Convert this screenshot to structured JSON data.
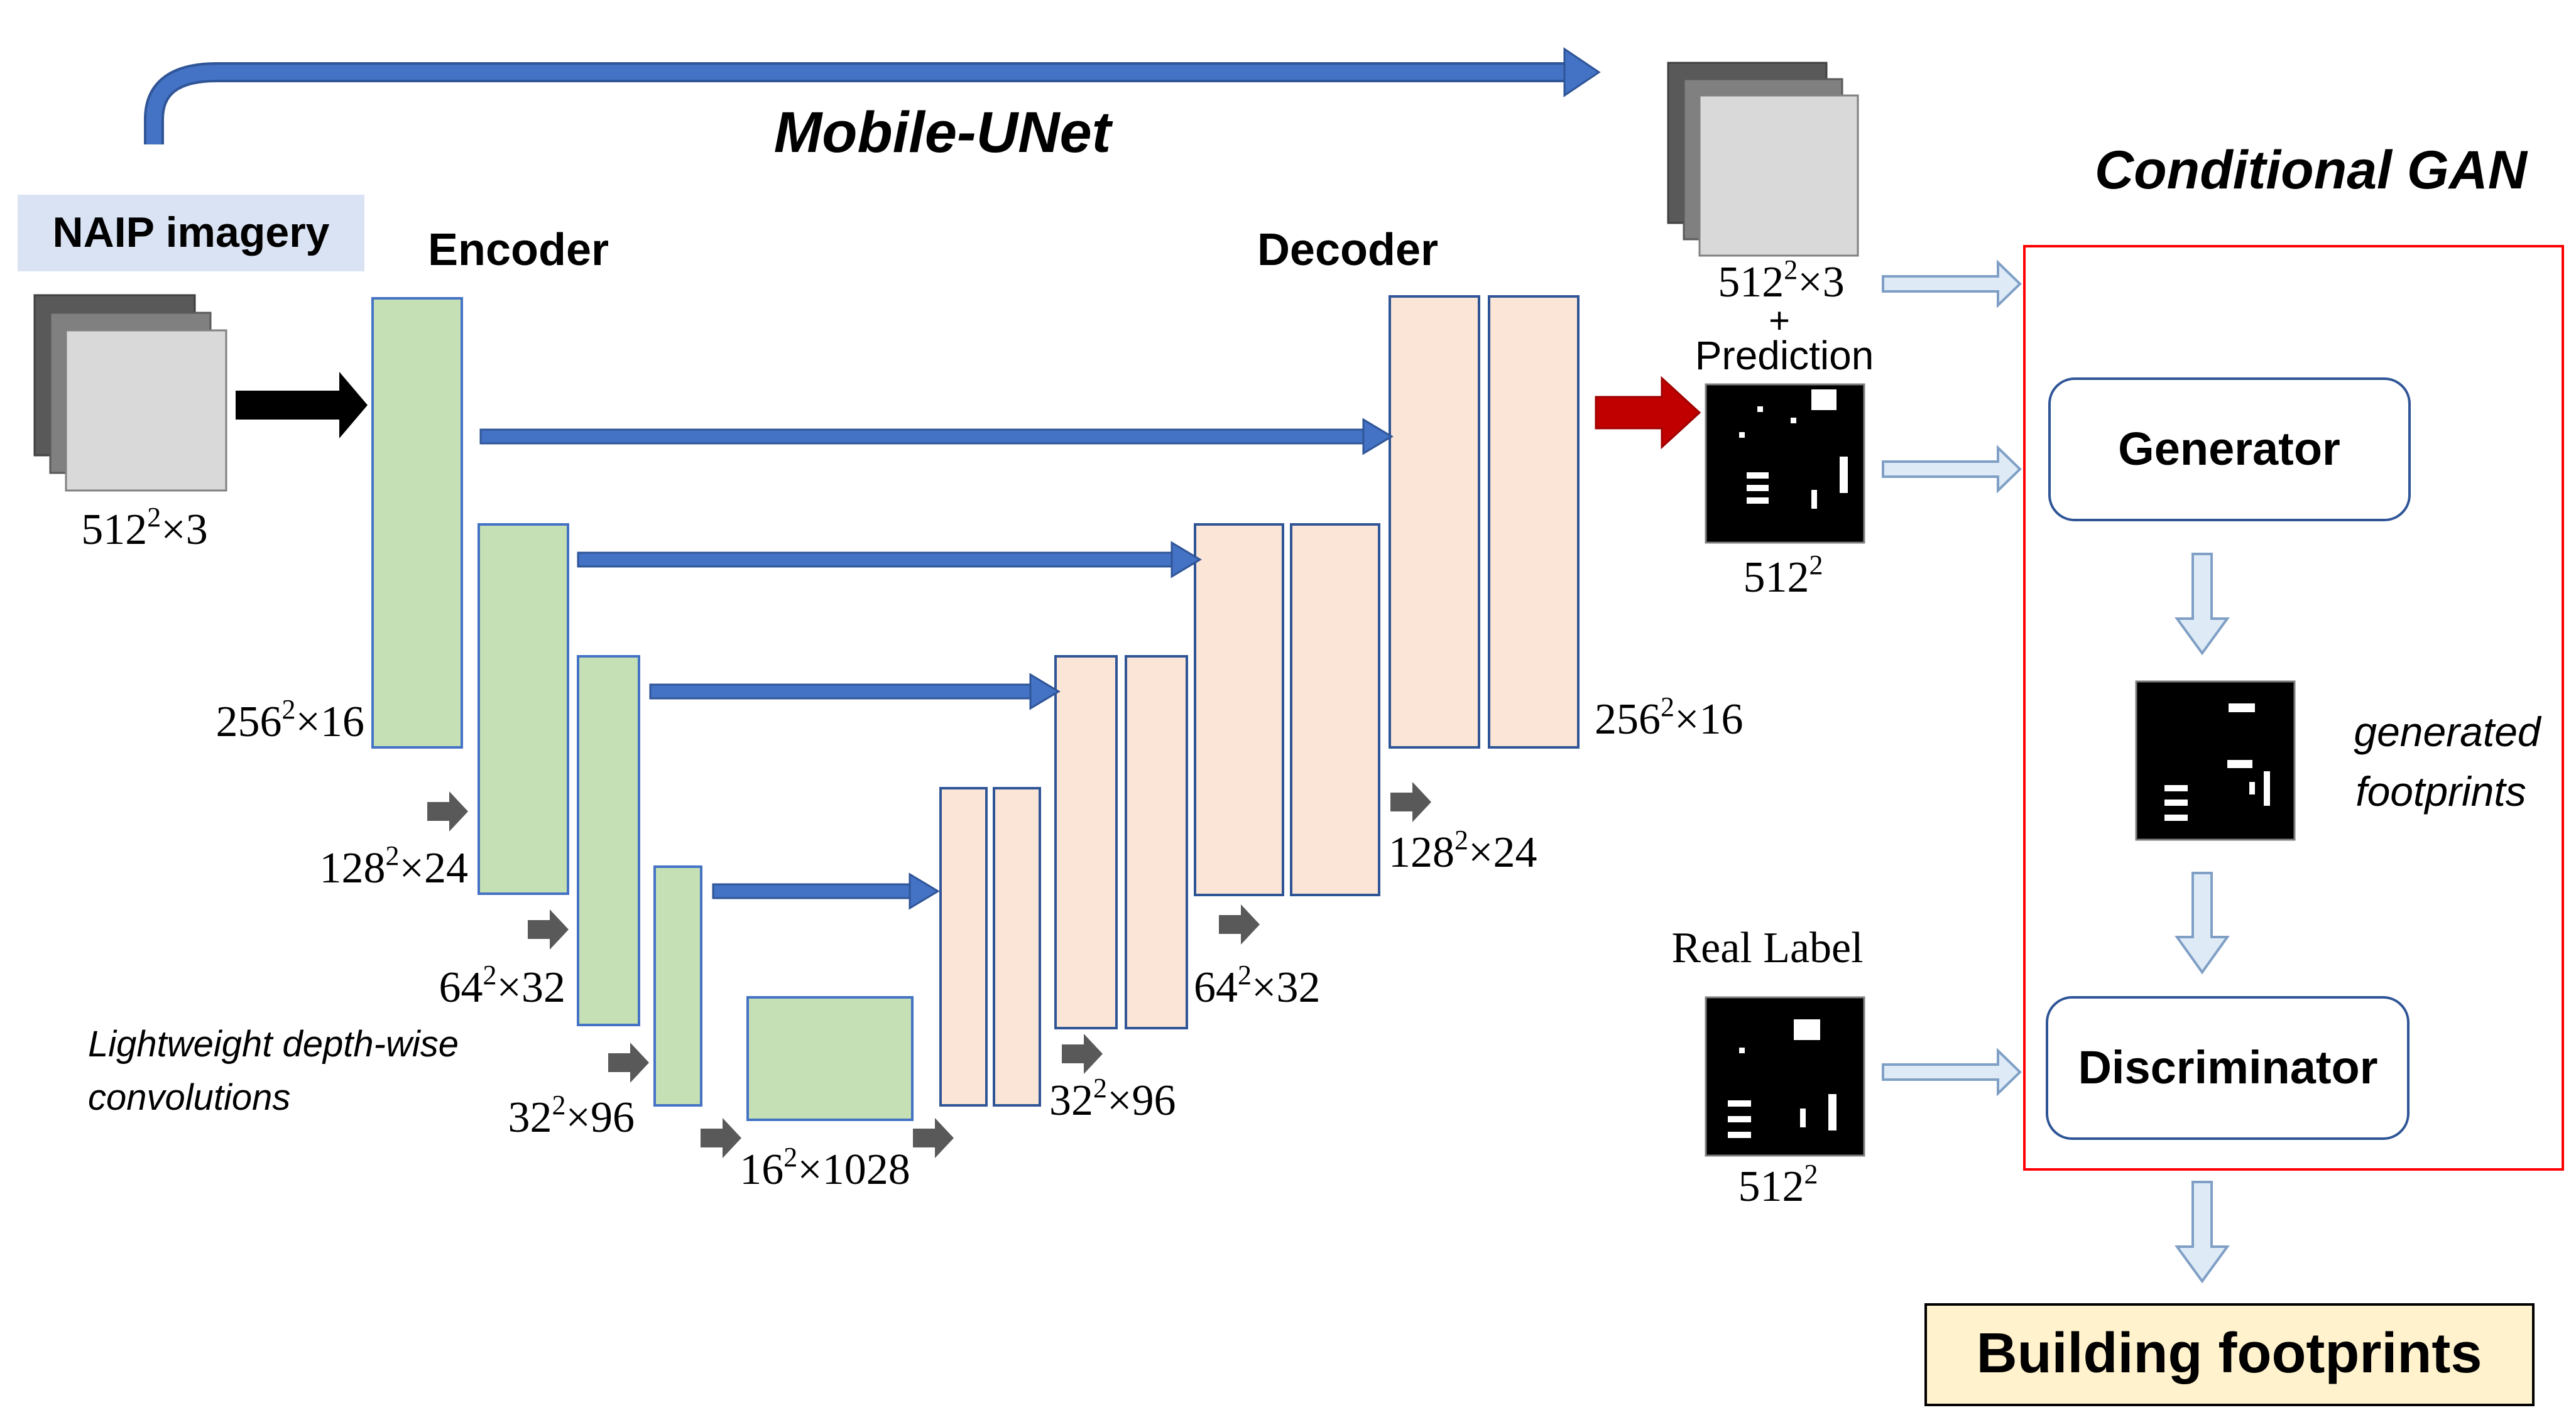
{
  "titles": {
    "mobile_unet": "Mobile-UNet",
    "conditional_gan": "Conditional GAN",
    "input_label": "NAIP imagery",
    "encoder": "Encoder",
    "decoder": "Decoder"
  },
  "dims": {
    "input": "512",
    "input_suffix": "×3",
    "enc1": "256",
    "enc1_suffix": "×16",
    "enc2": "128",
    "enc2_suffix": "×24",
    "enc3": "64",
    "enc3_suffix": "×32",
    "enc4": "32",
    "enc4_suffix": "×96",
    "bottleneck": "16",
    "bottleneck_suffix": "×1028",
    "dec4": "32",
    "dec4_suffix": "×96",
    "dec3": "64",
    "dec3_suffix": "×32",
    "dec2": "128",
    "dec2_suffix": "×24",
    "dec1": "256",
    "dec1_suffix": "×16",
    "gan_image": "512",
    "gan_image_suffix": "×3",
    "prediction": "512",
    "real_label": "512",
    "superscript": "2"
  },
  "annotations": {
    "plus": "+",
    "prediction": "Prediction",
    "real_label": "Real Label",
    "lightweight_1": "Lightweight depth-wise",
    "lightweight_2": "convolutions",
    "generated_1": "generated",
    "generated_2": "footprints"
  },
  "gan": {
    "generator": "Generator",
    "discriminator": "Discriminator",
    "output": "Building footprints"
  },
  "colors": {
    "encoder_fill": "#c5e0b4",
    "encoder_stroke": "#4472c4",
    "decoder_fill": "#fbe5d6",
    "decoder_stroke": "#2f5597",
    "skip_arrow": "#4472c4",
    "down_arrow": "#595959",
    "input_arrow": "#000000",
    "prediction_arrow": "#c00000",
    "gan_border": "#ff0000",
    "naip_label_bg": "#dae3f3",
    "output_bg": "#fff2cc",
    "light_arrow_fill": "#deebf7"
  }
}
